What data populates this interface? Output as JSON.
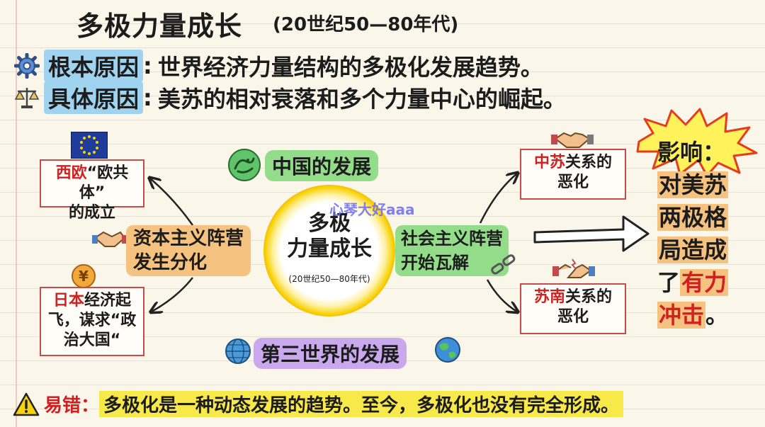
{
  "title": "多极力量成长",
  "title_period": "(20世纪50—80年代)",
  "reasons": {
    "fundamental_label": "根本原因",
    "fundamental_text": "世界经济力量结构的多极化发展趋势。",
    "specific_label": "具体原因",
    "specific_text": "美苏的相对衰落和多个力量中心的崛起。"
  },
  "center": {
    "line1": "多极",
    "line2": "力量成长",
    "period": "(20世纪50—80年代)"
  },
  "watermark": "心琴大好aaa",
  "nodes": {
    "china": "中国的发展",
    "third_world": "第三世界的发展",
    "capitalist": {
      "line1": "资本主义阵营",
      "line2": "发生分化"
    },
    "socialist": {
      "line1": "社会主义阵营",
      "line2": "开始瓦解"
    },
    "western_europe": {
      "highlight": "西欧",
      "rest1": "“欧共体”",
      "line2": "的成立"
    },
    "japan": {
      "highlight": "日本",
      "rest1": "经济起",
      "line2": "飞，谋求“政",
      "line3": "治大国“"
    },
    "sino_soviet": {
      "highlight": "中苏",
      "rest1": "关系的",
      "line2": "恶化"
    },
    "soviet_yugo": {
      "highlight": "苏南",
      "rest1": "关系的",
      "line2": "恶化"
    }
  },
  "impact": {
    "label": "影响：",
    "line1": "对美苏",
    "line2": "两极格",
    "line3": "局造成",
    "line4_pre": "了",
    "line4_hl": "有力",
    "line5_hl": "冲击",
    "line5_post": "。"
  },
  "warning": {
    "label": "易错：",
    "text": "多极化是一种动态发展的趋势。至今，多极化也没有完全形成。"
  },
  "colors": {
    "accent_red": "#d21f1f",
    "green": "#93dd8a",
    "orange": "#f6c27f",
    "purple": "#c9a8ee",
    "blue": "#9fd3ef",
    "yellow": "#f7e94a"
  }
}
